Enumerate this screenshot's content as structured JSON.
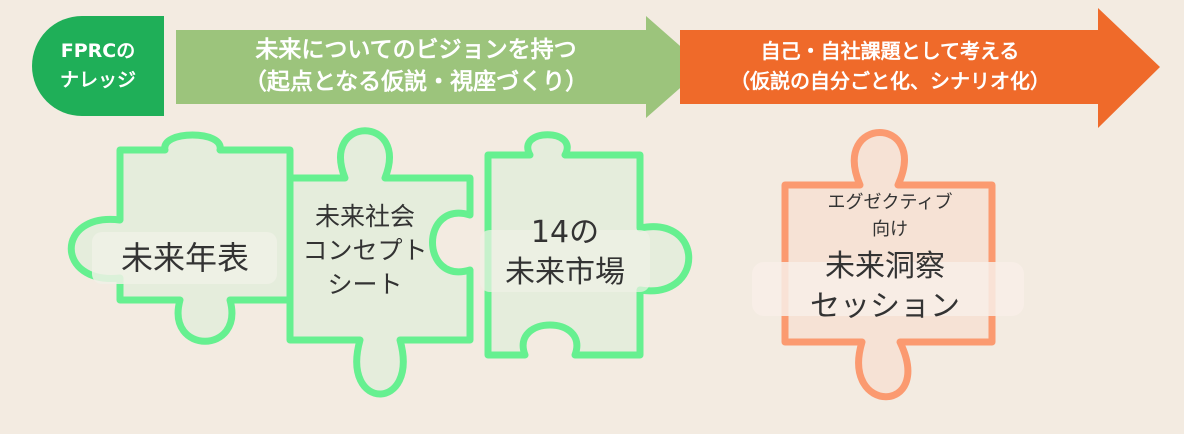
{
  "badge": {
    "line1": "FPRCの",
    "line2": "ナレッジ"
  },
  "arrow_future": {
    "line1": "未来についてのビジョンを持つ",
    "line2": "（起点となる仮説・視座づくり）"
  },
  "arrow_self": {
    "line1": "自己・自社課題として考える",
    "line2": "（仮説の自分ごと化、シナリオ化）"
  },
  "pieces": {
    "nenpyo": "未来年表",
    "concept": {
      "line1": "未来社会",
      "line2": "コンセプト",
      "line3": "シート"
    },
    "market": {
      "line1": "14の",
      "line2": "未来市場"
    },
    "session": {
      "sub1": "エグゼクティブ",
      "sub2": "向け",
      "line1": "未来洞察",
      "line2": "セッション"
    }
  },
  "colors": {
    "background": "#f3ebe1",
    "badge": "#1faf58",
    "arrow_future": "#9cc47c",
    "arrow_self": "#ef6a2a",
    "green_piece_stroke": "#66f090",
    "green_piece_fill": "#e5eddc",
    "orange_piece_stroke": "#fb9a70",
    "orange_piece_fill": "#f6e2d5"
  }
}
